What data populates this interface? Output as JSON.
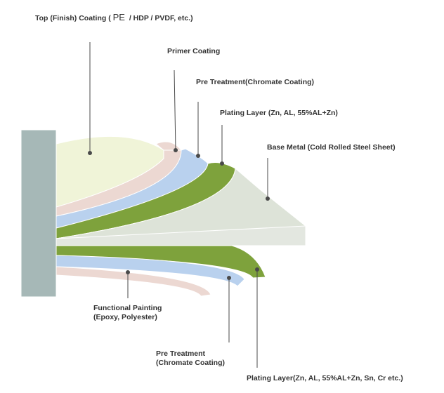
{
  "colors": {
    "top_coating": "#f0f4d8",
    "primer": "#ecd8d2",
    "chromate": "#b9d1ee",
    "plating": "#7ea23c",
    "base_metal": "#e3e7e0",
    "side_block": "#a6b8b7",
    "leader_line": "#4a4a4a",
    "text": "#333333"
  },
  "labels": {
    "top_finish_prefix": "Top (Finish) Coating (",
    "top_finish_pe": "PE",
    "top_finish_suffix": "/ HDP / PVDF, etc.)",
    "primer": "Primer Coating",
    "pre_treatment_top": "Pre Treatment(Chromate Coating)",
    "plating_top": "Plating Layer (Zn, AL, 55%AL+Zn)",
    "base_metal": "Base Metal (Cold Rolled Steel Sheet)",
    "functional_line1": "Functional Painting",
    "functional_line2": "(Epoxy, Polyester)",
    "pre_treatment_bottom_line1": "Pre Treatment",
    "pre_treatment_bottom_line2": "(Chromate Coating)",
    "plating_bottom": "Plating Layer(Zn, AL, 55%AL+Zn, Sn, Cr etc.)"
  }
}
